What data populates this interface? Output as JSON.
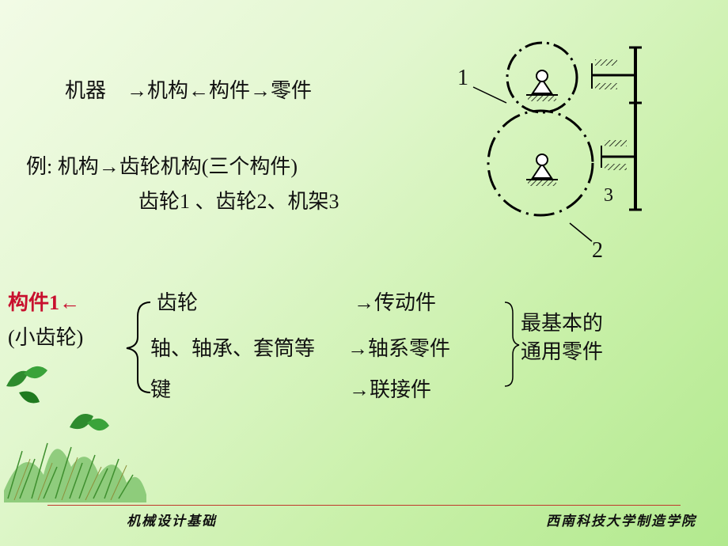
{
  "lines": {
    "hierarchy": "机器　→机构←构件→零件",
    "example": "例: 机构→齿轮机构(三个构件)",
    "parts": "齿轮1 、齿轮2、机架3"
  },
  "diagram": {
    "label1": "1",
    "label2": "2",
    "label3": "3"
  },
  "component": {
    "title": "构件1←",
    "subtitle": "(小齿轮)"
  },
  "items": [
    {
      "part": "齿轮",
      "category": "→传动件"
    },
    {
      "part": "轴、轴承、套筒等",
      "category": "→轴系零件"
    },
    {
      "part": "键",
      "category": "→联接件"
    }
  ],
  "summary": {
    "line1": "最基本的",
    "line2": "通用零件"
  },
  "footer": {
    "left": "机械设计基础",
    "right": "西南科技大学制造学院"
  },
  "colors": {
    "accent_red": "#c8102e",
    "footer_line": "#c0392b"
  }
}
